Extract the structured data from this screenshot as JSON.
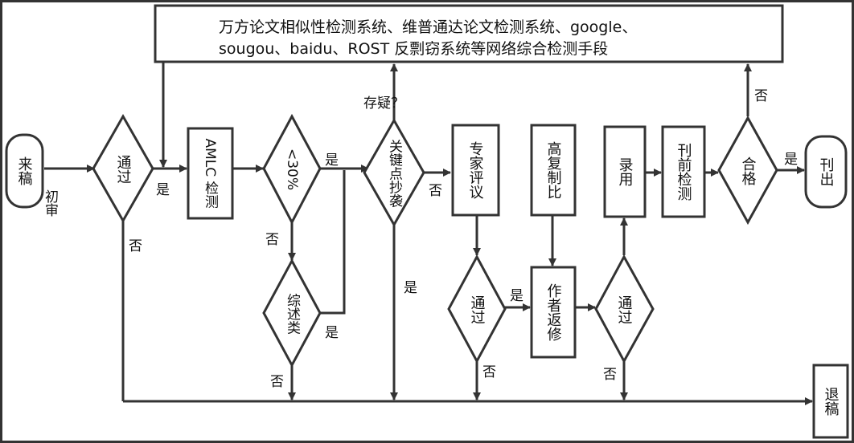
{
  "top_box": {
    "line1": "万方论文相似性检测系统、维普通达论文检测系统、google、",
    "line2": "sougou、baidu、ROST 反剽窃系统等网络综合检测手段"
  },
  "nodes": {
    "start": "来稿",
    "d_pass1": "通过",
    "amlc": "AMLC 检测",
    "d_30": "<30%",
    "d_review": "综述类",
    "d_plag": "关键点抄袭",
    "expert": "专家评议",
    "d_pass2": "通过",
    "high_dup": "高复制比",
    "revise": "作者返修",
    "d_pass3": "通过",
    "accept": "录用",
    "pre_check": "刊前检测",
    "d_qualified": "合格",
    "publish": "刊出",
    "reject": "退稿"
  },
  "labels": {
    "initial_review": "初审",
    "yes": "是",
    "no": "否",
    "doubt": "存疑？"
  }
}
